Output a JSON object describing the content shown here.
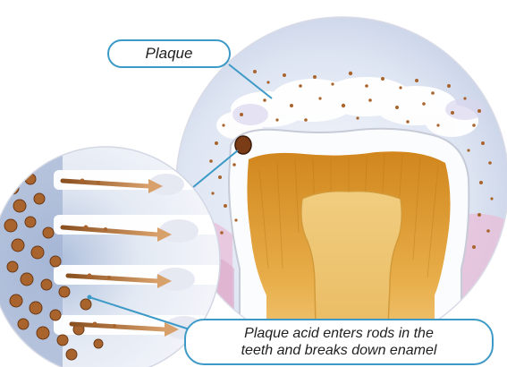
{
  "labels": {
    "plaque": "Plaque",
    "acid_line1": "Plaque acid enters rods in the",
    "acid_line2": "teeth and breaks down enamel"
  },
  "colors": {
    "callout_border": "#3d9ac7",
    "bacteria": "#a8642c",
    "enamel": "#f4f6fb",
    "dentin": "#e2a23a",
    "gum": "#e9c6dc",
    "arrow": "#c79a68"
  },
  "icons": {
    "tooth": "molar-cross-section",
    "bacteria": "brown-dots",
    "rods": "enamel-rods"
  }
}
